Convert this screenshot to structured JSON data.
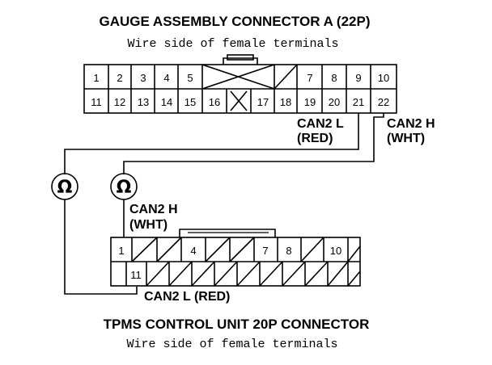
{
  "connector_a": {
    "title": "GAUGE ASSEMBLY CONNECTOR A (22P)",
    "subtitle": "Wire side of female terminals",
    "row1": [
      "1",
      "2",
      "3",
      "4",
      "5",
      "",
      "",
      "",
      "7",
      "8",
      "9",
      "10"
    ],
    "row2": [
      "11",
      "12",
      "13",
      "14",
      "15",
      "16",
      "",
      "17",
      "18",
      "19",
      "20",
      "21",
      "22"
    ]
  },
  "connector_b": {
    "title": "TPMS CONTROL UNIT 20P CONNECTOR",
    "subtitle": "Wire side of female terminals",
    "row1": [
      "1",
      "",
      "",
      "4",
      "",
      "",
      "7",
      "8",
      "",
      "10",
      "",
      ""
    ],
    "row2": [
      "11",
      "",
      "",
      "",
      "",
      "",
      "",
      "",
      "",
      "",
      "",
      ""
    ]
  },
  "wires": {
    "can2l_a": "CAN2 L",
    "can2l_a_color": "(RED)",
    "can2h_a": "CAN2 H",
    "can2h_a_color": "(WHT)",
    "can2h_b": "CAN2 H",
    "can2h_b_color": "(WHT)",
    "can2l_b": "CAN2 L (RED)"
  },
  "meters": {
    "symbol": "Ω"
  }
}
